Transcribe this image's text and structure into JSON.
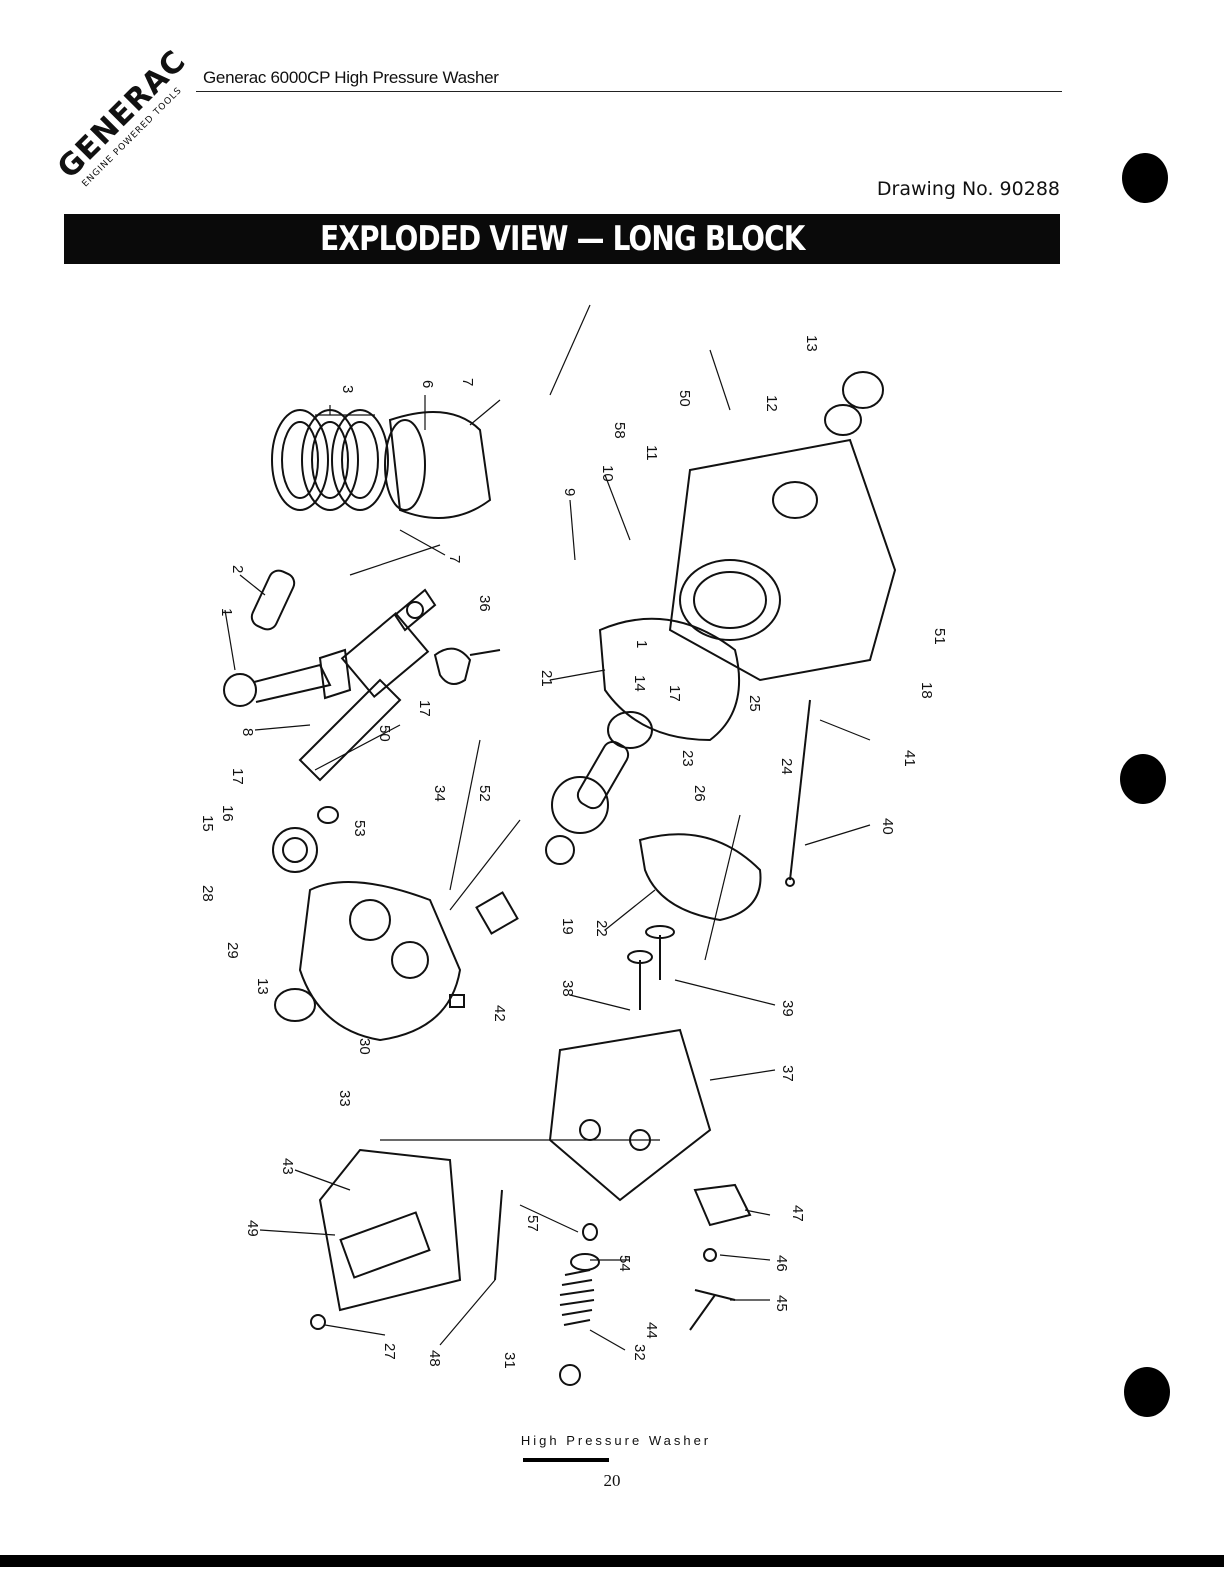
{
  "header": {
    "logo_text": "GENERAC",
    "logo_subtext": "ENGINE POWERED TOOLS",
    "title": "Generac 6000CP  High Pressure Washer",
    "drawing_number": "Drawing No. 90288"
  },
  "banner": {
    "title": "EXPLODED VIEW — LONG BLOCK"
  },
  "callouts": [
    "1",
    "2",
    "3",
    "6",
    "7",
    "7",
    "8",
    "9",
    "10",
    "11",
    "12",
    "13",
    "13",
    "14",
    "15",
    "16",
    "17",
    "17",
    "17",
    "18",
    "19",
    "21",
    "22",
    "23",
    "24",
    "25",
    "26",
    "27",
    "28",
    "29",
    "30",
    "31",
    "32",
    "33",
    "34",
    "36",
    "37",
    "38",
    "39",
    "40",
    "41",
    "42",
    "43",
    "44",
    "45",
    "46",
    "47",
    "48",
    "49",
    "50",
    "50",
    "51",
    "52",
    "53",
    "54",
    "57",
    "58",
    "1"
  ],
  "footer": {
    "caption": "High Pressure Washer",
    "page_number": "20"
  }
}
